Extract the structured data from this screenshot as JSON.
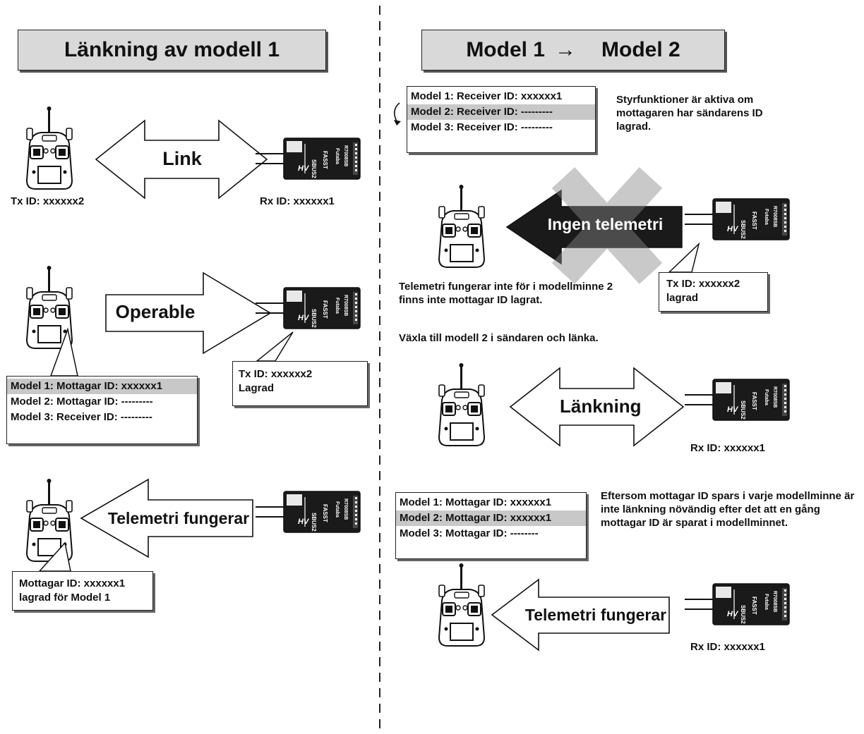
{
  "left": {
    "header": "Länkning av modell 1",
    "step1": {
      "arrow": "Link",
      "tx_id": "Tx ID: xxxxxx2",
      "rx_id": "Rx ID: xxxxxx1"
    },
    "step2": {
      "arrow": "Operable",
      "memory": [
        "Model 1: Mottagar ID: xxxxxx1",
        "Model 2: Mottagar ID: ---------",
        "Model 3: Receiver ID: ---------"
      ],
      "rx_callout": [
        "Tx ID: xxxxxx2",
        "Lagrad"
      ]
    },
    "step3": {
      "arrow": "Telemetri fungerar",
      "tx_callout": [
        "Mottagar ID: xxxxxx1",
        "lagrad för Model 1"
      ]
    }
  },
  "right": {
    "header_a": "Model 1",
    "header_arrow": "→",
    "header_b": "Model 2",
    "memory1": [
      "Model 1: Receiver ID: xxxxxx1",
      "Model 2: Receiver ID: ---------",
      "Model 3: Receiver ID: ---------"
    ],
    "note1": "Styrfunktioner är aktiva om mottagaren har sändarens ID lagrad.",
    "no_telemetry": "Ingen telemetri",
    "rx_callout": [
      "Tx ID: xxxxxx2",
      "lagrad"
    ],
    "note2": "Telemetri fungerar inte för i modellminne 2 finns inte mottagar ID lagrat.",
    "note3": "Växla till modell 2 i sändaren och länka.",
    "link_arrow": "Länkning",
    "rx_id_1": "Rx ID: xxxxxx1",
    "memory2": [
      "Model 1: Mottagar ID: xxxxxx1",
      "Model 2: Mottagar ID: xxxxxx1",
      "Model 3: Mottagar ID: --------"
    ],
    "note4": "Eftersom mottagar ID spars i varje modellminne är inte länkning növändig efter det att en gång mottagar ID är sparat i modellminnet.",
    "telemetry_arrow": "Telemetri fungerar",
    "rx_id_2": "Rx ID: xxxxxx1"
  },
  "device_label": {
    "brand": "Futaba",
    "model": "R7008SB",
    "logo": "FASST",
    "bus": "SBUS2",
    "hv": "HV"
  },
  "colors": {
    "header_bg": "#d9d9d9",
    "highlight": "#c8c8c8",
    "dark": "#1a1a1a",
    "cross": "#bdbdbd"
  }
}
